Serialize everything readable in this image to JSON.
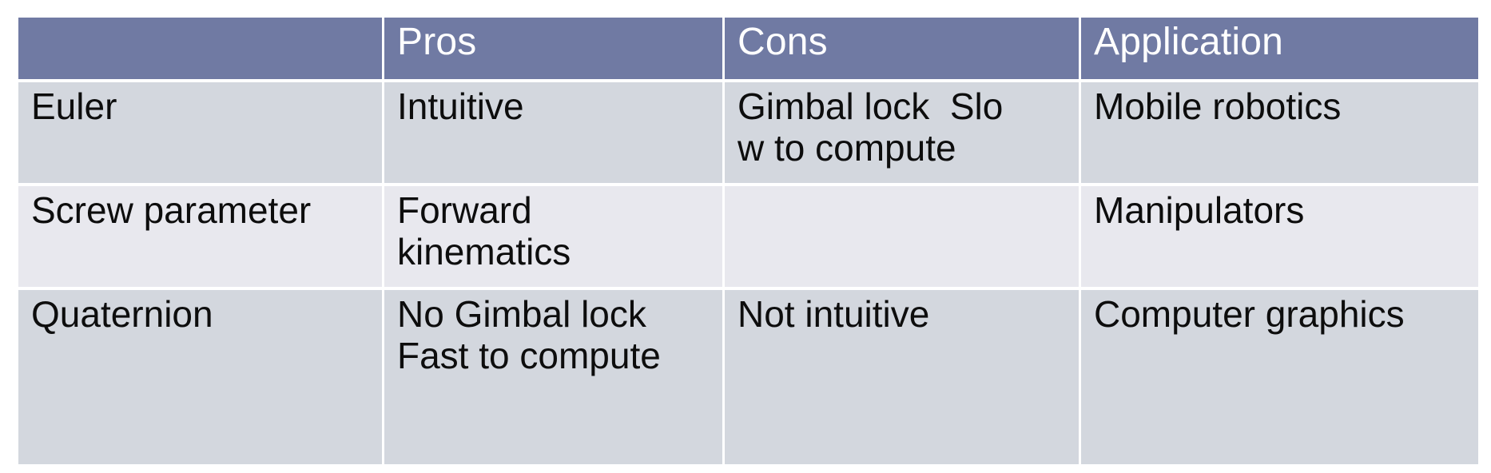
{
  "slide": {
    "background_color": "#ffffff"
  },
  "table": {
    "name": "rotation-representation-comparison",
    "header_background": "#707AA3",
    "header_text_color": "#ffffff",
    "row_shade_dark": "#d3d7de",
    "row_shade_light": "#e8e8ee",
    "body_text_color": "#0d0d0d",
    "columns": [
      {
        "key": "method",
        "label": ""
      },
      {
        "key": "pros",
        "label": "Pros"
      },
      {
        "key": "cons",
        "label": "Cons"
      },
      {
        "key": "application",
        "label": "Application"
      }
    ],
    "rows": [
      {
        "method": [
          "Euler"
        ],
        "pros": [
          "Intuitive"
        ],
        "cons": [
          "Gimbal lock  Slo",
          "w to compute"
        ],
        "application": [
          "Mobile robotics"
        ]
      },
      {
        "method": [
          "Screw parameter"
        ],
        "pros": [
          "Forward",
          "kinematics"
        ],
        "cons": [
          ""
        ],
        "application": [
          "Manipulators"
        ]
      },
      {
        "method": [
          "Quaternion"
        ],
        "pros": [
          "No Gimbal lock",
          "Fast to compute"
        ],
        "cons": [
          "Not intuitive"
        ],
        "application": [
          "Computer graphics"
        ]
      }
    ]
  }
}
